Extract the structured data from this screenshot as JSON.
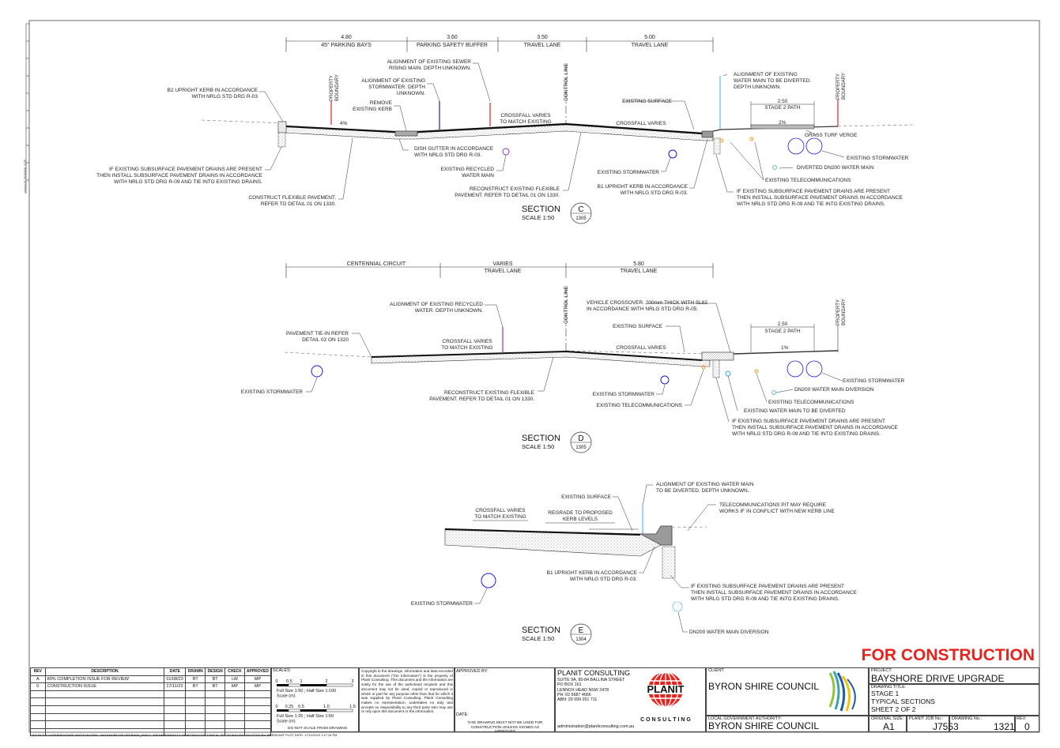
{
  "side_text": "100mm AT ORIGINAL SIZE",
  "section_c": {
    "dims": [
      {
        "value": "4.80",
        "label": "45° PARKING BAYS"
      },
      {
        "value": "3.60",
        "label": "PARKING SAFETY BUFFER"
      },
      {
        "value": "3.50",
        "label": "TRAVEL LANE"
      },
      {
        "value": "5.00",
        "label": "TRAVEL LANE"
      }
    ],
    "control_line": "CONTROL LINE",
    "property_boundary": "PROPERTY\nBOUNDARY",
    "notes": {
      "b2_kerb": "B2 UPRIGHT KERB IN ACCORDANCE\nWITH NRLG STD DRG R-03",
      "sewer": "ALIGNMENT OF EXISTING SEWER\nRISING MAIN. DEPTH UNKNOWN.",
      "stormwater_align": "ALIGNMENT OF EXISTING\nSTORMWATER. DEPTH\nUNKNOWN.",
      "remove_kerb": "REMOVE\nEXISTING KERB",
      "crossfall_match": "CROSSFALL VARIES\nTO MATCH EXISTING",
      "existing_surface": "EXISTING SURFACE",
      "crossfall": "CROSSFALL VARIES",
      "water_main_divert": "ALIGNMENT OF EXISTING\nWATER MAIN TO BE DIVERTED.\nDEPTH UNKNOWN.",
      "path_width": "2.50",
      "path_label": "STAGE 2 PATH",
      "grade_left": "4%",
      "grade_right": "2%",
      "grass": "GRASS TURF VERGE",
      "stormwater_right": "EXISTING STORMWATER",
      "diverted": "DIVERTED DN200 WATER MAIN",
      "telecoms": "EXISTING TELECOMMUNICATIONS",
      "subsurface_left": "IF EXISTING SUBSURFACE PAVEMENT DRAINS ARE PRESENT\nTHEN INSTALL SUBSURFACE PAVEMENT DRAINS IN ACCORDANCE\nWITH NRLG STD DRG R-09 AND TIE INTO EXISTING DRAINS.",
      "dish_gutter": "DISH GUTTER IN ACCORDANCE\nWITH NRLG STD DRG R-03.",
      "recycled": "EXISTING RECYCLED\nWATER MAIN",
      "stormwater_mid": "EXISTING STORMWATER",
      "b1_kerb": "B1 UPRIGHT KERB IN ACCORDANCE\nWITH NRLG STD DRG R-03.",
      "reconstruct": "RECONSTRUCT EXISTING FLEXIBLE\nPAVEMENT. REFER TO DETAIL 01 ON 1330.",
      "construct": "CONSTRUCT FLEXIBLE PAVEMENT.\nREFER TO DETAIL 01 ON 1330.",
      "subsurface_right": "IF EXISTING SUBSURFACE PAVEMENT DRAINS ARE PRESENT\nTHEN INSTALL SUBSURFACE PAVEMENT DRAINS IN ACCORDANCE\nWITH NRLG STD DRG R-09 AND TIE INTO EXISTING DRAINS."
    },
    "title": {
      "word": "SECTION",
      "letter": "C",
      "scale": "SCALE  1:50",
      "sheet": "1305"
    }
  },
  "section_d": {
    "dims": [
      {
        "value": "",
        "label": "CENTENNIAL CIRCUIT"
      },
      {
        "value": "VARIES",
        "label": "TRAVEL LANE"
      },
      {
        "value": "5.80",
        "label": "TRAVEL LANE"
      }
    ],
    "control_line": "CONTROL LINE",
    "property_boundary": "PROPERTY\nBOUNDARY",
    "notes": {
      "recycled_align": "ALIGNMENT OF EXISTING RECYCLED\nWATER. DEPTH UNKNOWN.",
      "crossover": "VEHICLE CROSSOVER.  200mm THICK WITH SL82\nIN ACCORDANCE WITH NRLG STD DRG R-05.",
      "existing_surface": "EXISTING SURFACE",
      "tie_in": "PAVEMENT TIE-IN REFER\nDETAIL 02 ON 1320",
      "crossfall_match": "CROSSFALL VARIES\nTO MATCH EXISTING",
      "crossfall": "CROSSFALL VARIES",
      "path_width": "2.50",
      "path_label": "STAGE 2 PATH",
      "grade": "1%",
      "stormwater_left": "EXISTING STORMWATER",
      "reconstruct": "RECONSTRUCT EXISTING FLEXIBLE\nPAVEMENT. REFER TO DETAIL 01 ON 1330.",
      "stormwater_mid": "EXISTING STORMWATER",
      "telecoms_mid": "EXISTING TELECOMMUNICATIONS",
      "stormwater_right": "EXISTING STORMWATER",
      "dn200": "DN200 WATER MAIN DIVERSION",
      "telecoms_right": "EXISTING TELECOMMUNICATIONS",
      "water_main": "EXISTING WATER MAIN TO BE DIVERTED",
      "subsurface": "IF EXISTING SUBSURFACE PAVEMENT DRAINS ARE PRESENT\nTHEN INSTALL SUBSURFACE PAVEMENT DRAINS IN ACCORDANCE\nWITH NRLG STD DRG R-09 AND TIE INTO EXISTING DRAINS."
    },
    "title": {
      "word": "SECTION",
      "letter": "D",
      "scale": "SCALE  1:50",
      "sheet": "1305"
    }
  },
  "section_e": {
    "notes": {
      "existing_surface": "EXISTING SURFACE",
      "water_main_align": "ALIGNMENT OF EXISTING WATER MAIN\nTO BE DIVERTED. DEPTH UNKNOWN.",
      "telecom_pit": "TELECOMMUNICATIONS PIT MAY REQUIRE\nWORKS IF IN CONFLICT WITH NEW KERB LINE",
      "crossfall_match": "CROSSFALL VARIES\nTO MATCH EXISTING",
      "regrade": "REGRADE TO PROPOSED\nKERB LEVELS",
      "b1_kerb": "B1 UPRIGHT KERB IN ACCORDANCE\nWITH NRLG STD DRG R-03.",
      "subsurface": "IF EXISTING SUBSURFACE PAVEMENT DRAINS ARE PRESENT\nTHEN INSTALL SUBSURFACE PAVEMENT DRAINS IN ACCORDANCE\nWITH NRLG STD DRG R-09 AND TIE INTO EXISTING DRAINS.",
      "stormwater": "EXISTING STORMWATER",
      "dn200": "DN200 WATER MAIN DIVERSION"
    },
    "title": {
      "word": "SECTION",
      "letter": "E",
      "scale": "SCALE  1:50",
      "sheet": "1304"
    }
  },
  "stamp": "FOR CONSTRUCTION",
  "revisions": {
    "headers": [
      "REV",
      "DESCRIPTION",
      "DATE",
      "DRAWN",
      "DESIGN",
      "CHECK",
      "APPROVED"
    ],
    "rows": [
      [
        "A",
        "80% COMPLETION ISSUE FOR REVIEW",
        "01/08/23",
        "BT",
        "BT",
        "LW",
        "MP"
      ],
      [
        "0",
        "CONSTRUCTION ISSUE",
        "17/11/23",
        "BT",
        "BT",
        "MP",
        "MP"
      ]
    ]
  },
  "scales": {
    "label": "SCALES:",
    "bar1_ticks": [
      "0",
      "0.5",
      "1",
      "2",
      "3"
    ],
    "bar1_text": "Full Size 1:50 ; Half Size 1:100\nScale (m)",
    "bar2_ticks": [
      "0",
      "0.25",
      "0.5",
      "1.0",
      "1.5"
    ],
    "bar2_text": "Full Size 1:25 ; Half Size 1:50\nScale (m)",
    "note": "DO NOT SCALE FROM DRAWING"
  },
  "copyright": "Copyright in the drawings, information and data recorded in this document (\"the information\") is the property of Planit Consulting. This document and the information are solely for the use of the authorised recipient and this document may not be used, copied or reproduced in whole or part for any purpose other than that for which it was supplied by Planit Consulting. Planit Consulting makes no representation, undertakes no duty and accepts no responsibility to any third party who may use or rely upon this document or the information.",
  "approved_by": "APPROVED BY:",
  "date_label": "DATE:",
  "not_used": "THIS DRAWING MUST NOT BE USED FOR\nCONSTRUCTION UNLESS SIGNED AS APPROVED",
  "company": {
    "name": "PLANIT CONSULTING",
    "address": "SUITE 9A, 80-84 BALLINA STREET\nPO BOX 161\nLENNOX HEAD NSW 2478\nPH: 02 6687 4666\nABN: 20 099 261 711",
    "email": "administration@planitconsulting.com.au",
    "logo_word": "PLANIT",
    "logo_sub": "C O N S U L T I N G"
  },
  "client": {
    "label": "CLIENT:",
    "name": "BYRON SHIRE COUNCIL"
  },
  "authority": {
    "label": "LOCAL GOVERNMENT AUTHORITY:",
    "name": "BYRON SHIRE COUNCIL"
  },
  "project": {
    "label": "PROJECT:",
    "name": "BAYSHORE DRIVE UPGRADE"
  },
  "drawing_title": {
    "label": "DRAWING TITLE:",
    "lines": "STAGE 1\nTYPICAL SECTIONS\nSHEET 2 OF 2"
  },
  "meta": {
    "size_label": "ORIGINAL SIZE:",
    "size": "A1",
    "job_label": "PLANIT JOB No.:",
    "job": "J7553",
    "dwg_label": "DRAWING No.:",
    "dwg": "1321",
    "rev_label": "REV:",
    "rev": "0"
  },
  "cad_file": "CAD FILE: C:\\USERS\\DATA\\PLANIT\\SYNJ7553 - BAYSHORE DR UPGRADE_60617 - ENGINEERING\\7.4 DRAFTING\\1320 TYPICAL SECTIONS.DWG PLOTTED BY: BRENDANT  PLOT DATE: 17/11/2023 1:47:16 PM",
  "colors": {
    "red": "#e8231d",
    "blue": "#1a1ad8",
    "purple": "#9b2ccf",
    "cyan": "#3fa9f5",
    "orange": "#f0961e",
    "stamp": "#e8231d"
  }
}
